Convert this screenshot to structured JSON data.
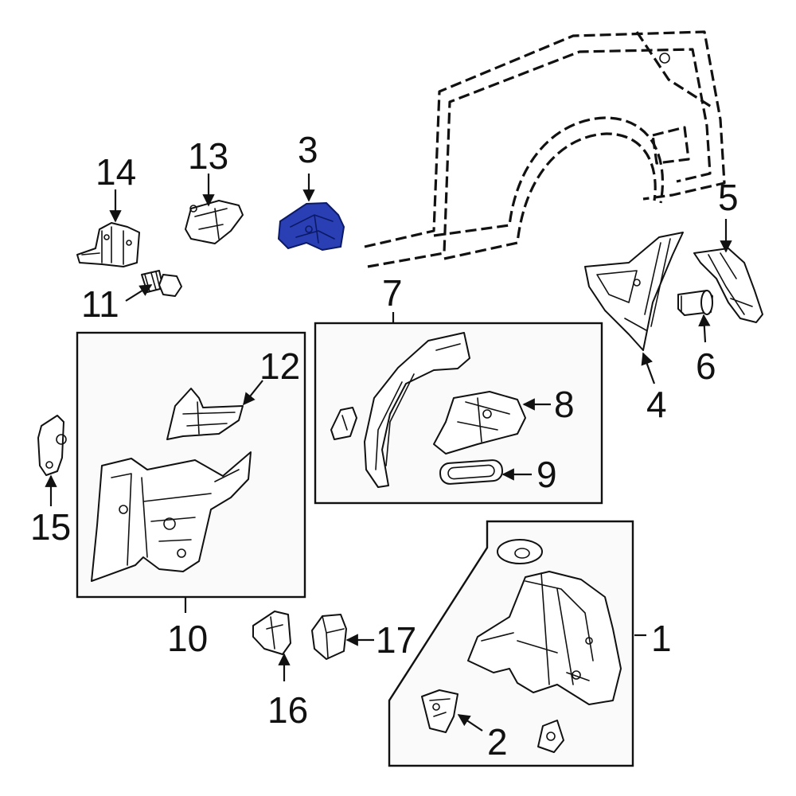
{
  "callouts": {
    "c1": "1",
    "c2": "2",
    "c3": "3",
    "c4": "4",
    "c5": "5",
    "c6": "6",
    "c7": "7",
    "c8": "8",
    "c9": "9",
    "c10": "10",
    "c11": "11",
    "c12": "12",
    "c13": "13",
    "c14": "14",
    "c15": "15",
    "c16": "16",
    "c17": "17"
  },
  "colors": {
    "highlight": "#2b3fb5",
    "line": "#111111",
    "background": "#ffffff"
  }
}
